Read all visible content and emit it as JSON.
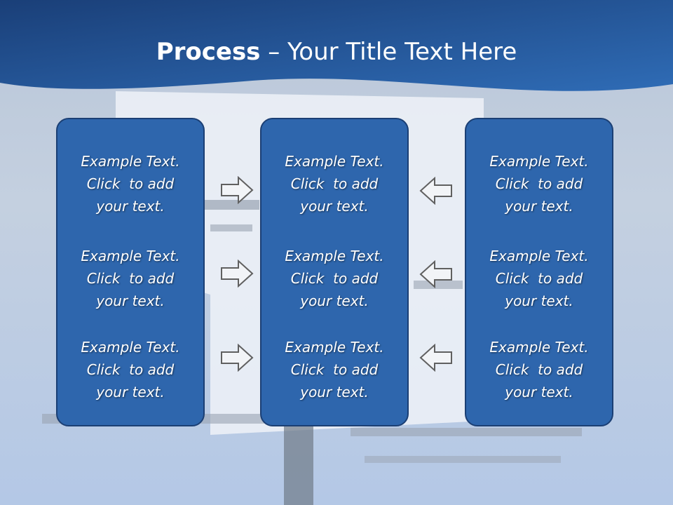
{
  "slide": {
    "title_bold": "Process",
    "title_rest": " – Your Title Text Here"
  },
  "columns": [
    {
      "items": [
        {
          "line1": "Example Text.",
          "line2": "Click  to add",
          "line3": "your text."
        },
        {
          "line1": "Example Text.",
          "line2": "Click  to add",
          "line3": "your text."
        },
        {
          "line1": "Example Text.",
          "line2": "Click  to add",
          "line3": "your text."
        }
      ]
    },
    {
      "items": [
        {
          "line1": "Example Text.",
          "line2": "Click  to add",
          "line3": "your text."
        },
        {
          "line1": "Example Text.",
          "line2": "Click  to add",
          "line3": "your text."
        },
        {
          "line1": "Example Text.",
          "line2": "Click  to add",
          "line3": "your text."
        }
      ]
    },
    {
      "items": [
        {
          "line1": "Example Text.",
          "line2": "Click  to add",
          "line3": "your text."
        },
        {
          "line1": "Example Text.",
          "line2": "Click  to add",
          "line3": "your text."
        },
        {
          "line1": "Example Text.",
          "line2": "Click  to add",
          "line3": "your text."
        }
      ]
    }
  ],
  "arrows": {
    "left": [
      "arrow-right-icon",
      "arrow-right-icon",
      "arrow-right-icon"
    ],
    "right": [
      "arrow-left-icon",
      "arrow-left-icon",
      "arrow-left-icon"
    ]
  },
  "colors": {
    "header_blue": "#1e4a86",
    "box_fill": "#2e66ad",
    "box_border": "#1b3f74",
    "arrow_stroke": "#606060"
  }
}
